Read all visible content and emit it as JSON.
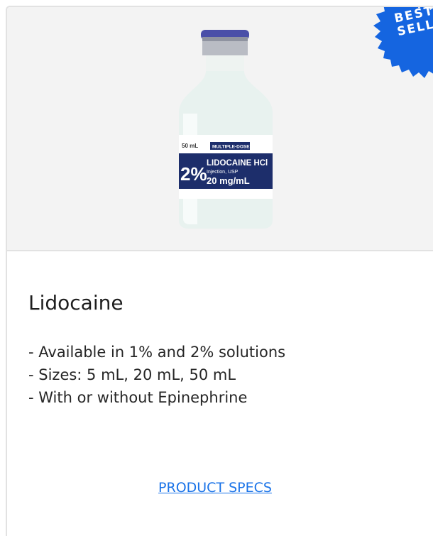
{
  "badge": {
    "line1": "BEST",
    "line2": "SELLER",
    "color": "#1565e0"
  },
  "product": {
    "name": "Lidocaine",
    "image_alt": "Lidocaine HCl 2% injection vial",
    "vial_label": {
      "volume": "50 mL",
      "dose_type": "MULTIPLE-DOSE",
      "percent": "2%",
      "drug": "LIDOCAINE HCl",
      "form": "Injection, USP",
      "strength": "20 mg/mL"
    },
    "features": [
      "- Available in 1% and 2% solutions",
      "- Sizes: 5 mL, 20 mL, 50 mL",
      "- With or without Epinephrine"
    ],
    "link_label": "PRODUCT SPECS"
  }
}
